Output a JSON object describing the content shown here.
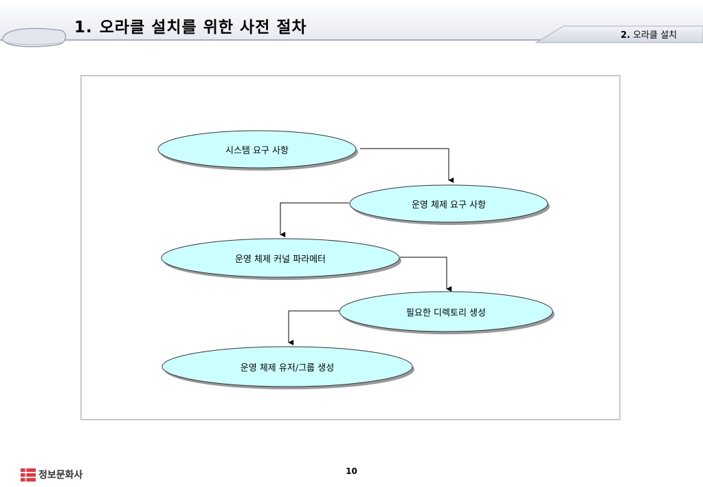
{
  "header": {
    "number": "1.",
    "title": "오라클 설치를 위한 사전 절차",
    "section_number": "2.",
    "section_title": "오라클 설치"
  },
  "diagram": {
    "nodes": [
      {
        "label": "시스템 요구 사항"
      },
      {
        "label": "운영 체제 요구 사항"
      },
      {
        "label": "운영 체제 커널 파라메터"
      },
      {
        "label": "필요한 디렉토리 생성"
      },
      {
        "label": "운영 체제 유저/그룹 생성"
      }
    ]
  },
  "footer": {
    "page_number": "10",
    "publisher": "정보문화사"
  },
  "colors": {
    "node_fill": "#ccffff",
    "node_stroke": "#333333",
    "node_shadow": "#999999",
    "frame_border": "#c8c8c8",
    "logo_red": "#e8343c"
  }
}
